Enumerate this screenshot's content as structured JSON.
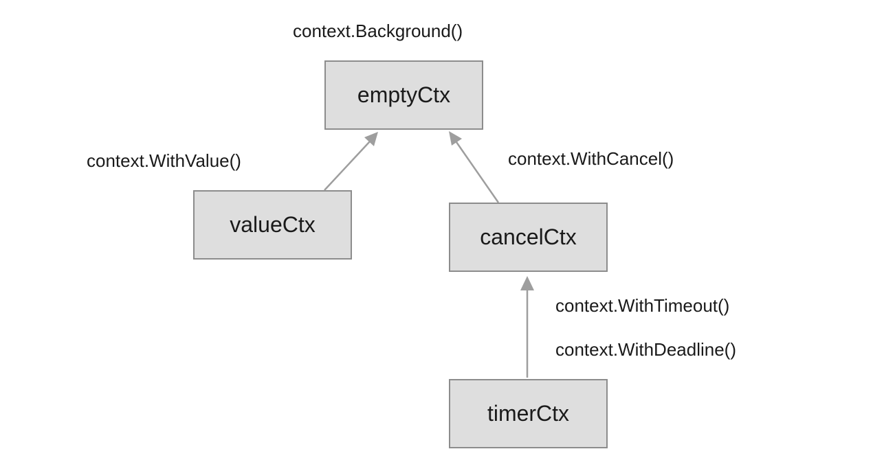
{
  "nodes": {
    "empty_ctx": "emptyCtx",
    "value_ctx": "valueCtx",
    "cancel_ctx": "cancelCtx",
    "timer_ctx": "timerCtx"
  },
  "labels": {
    "background": "context.Background()",
    "with_value": "context.WithValue()",
    "with_cancel": "context.WithCancel()",
    "with_timeout": "context.WithTimeout()",
    "with_deadline": "context.WithDeadline()"
  },
  "colors": {
    "box_fill": "#dedede",
    "box_stroke": "#8c8c8c",
    "arrow": "#9e9e9e",
    "text": "#1a1a1a"
  }
}
